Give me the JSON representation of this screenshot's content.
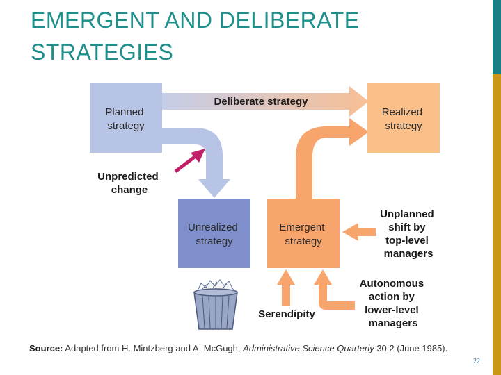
{
  "title": "EMERGENT AND DELIBERATE STRATEGIES",
  "colors": {
    "title": "#1f8f8c",
    "planned": "#b8c4e6",
    "unrealized": "#7f8fcb",
    "orange": "#f7a56c",
    "realized": "#fbc08a",
    "magenta_arrow": "#c21f6a",
    "accent_teal": "#177f86",
    "accent_gold": "#c99517"
  },
  "boxes": {
    "planned": [
      "Planned",
      "strategy"
    ],
    "realized": [
      "Realized",
      "strategy"
    ],
    "unrealized": [
      "Unrealized",
      "strategy"
    ],
    "emergent": [
      "Emergent",
      "strategy"
    ]
  },
  "arrows": {
    "deliberate": "Deliberate strategy"
  },
  "labels": {
    "unpredicted": [
      "Unpredicted",
      "change"
    ],
    "unplanned": [
      "Unplanned",
      "shift by",
      "top-level",
      "managers"
    ],
    "autonomous": [
      "Autonomous",
      "action by",
      "lower-level",
      "managers"
    ],
    "serendipity": "Serendipity"
  },
  "icons": {
    "trash": "trash-basket-icon"
  },
  "source": {
    "prefix": "Source:",
    "text1": "Adapted from H. Mintzberg and A. McGugh,",
    "journal": "Administrative Science Quarterly",
    "text2": "30:2 (June 1985)."
  },
  "page_number": "22"
}
